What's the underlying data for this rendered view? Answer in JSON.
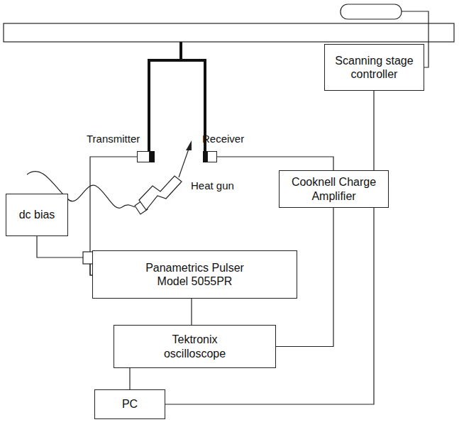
{
  "diagram": {
    "nodes": [
      {
        "text": [
          "Scanning stage controller"
        ]
      },
      {
        "text": [
          "Transmitter"
        ]
      },
      {
        "text": [
          "Receiver"
        ]
      },
      {
        "text": [
          "dc bias"
        ]
      },
      {
        "text": [
          "Panametrics Pulser Model 5055PR"
        ]
      },
      {
        "text": [
          "Cooknell Charge Amplifier"
        ]
      },
      {
        "text": [
          "Tektronix oscilloscope"
        ]
      },
      {
        "text": [
          "PC"
        ]
      }
    ],
    "edges": [
      {
        "from": 1,
        "to": 4,
        "arrow": "none"
      },
      {
        "from": 3,
        "to": 4,
        "arrow": "none"
      },
      {
        "from": 2,
        "to": 5,
        "arrow": "none"
      },
      {
        "from": 5,
        "to": 6,
        "arrow": "none"
      },
      {
        "from": 4,
        "to": 6,
        "arrow": "none"
      },
      {
        "from": 6,
        "to": 7,
        "arrow": "none"
      },
      {
        "from": 7,
        "to": 0,
        "arrow": "none"
      }
    ],
    "labels": [
      "Heat gun"
    ]
  }
}
